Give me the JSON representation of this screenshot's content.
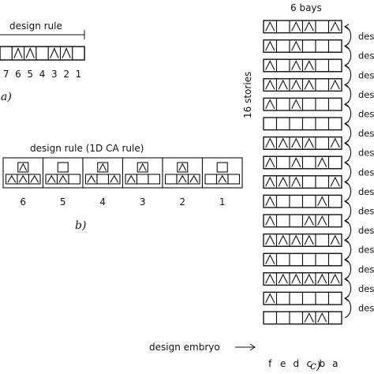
{
  "panel_a": {
    "label": "a)",
    "title": "design rule",
    "rule_bits": [
      0,
      1,
      1,
      0,
      1,
      1,
      0
    ],
    "positions": [
      "7",
      "6",
      "5",
      "4",
      "3",
      "2",
      "1"
    ]
  },
  "panel_b": {
    "label": "b)",
    "title": "design rule (1D CA rule)",
    "rules": [
      {
        "number": "6",
        "top": 1,
        "bottom": [
          1,
          1,
          1
        ]
      },
      {
        "number": "5",
        "top": 0,
        "bottom": [
          1,
          1,
          0
        ]
      },
      {
        "number": "4",
        "top": 1,
        "bottom": [
          1,
          0,
          1
        ]
      },
      {
        "number": "3",
        "top": 1,
        "bottom": [
          1,
          0,
          0
        ]
      },
      {
        "number": "2",
        "top": 1,
        "bottom": [
          0,
          1,
          1
        ]
      },
      {
        "number": "1",
        "top": 0,
        "bottom": [
          0,
          1,
          0
        ]
      }
    ]
  },
  "panel_c": {
    "label": "c)",
    "bays_label": "6 bays",
    "stories_label": "16 stories",
    "embryo_label": "design embryo",
    "side_label": "des",
    "column_labels": [
      "f",
      "e",
      "d",
      "c",
      "b",
      "a"
    ],
    "rows": [
      [
        1,
        0,
        1,
        1,
        0,
        1
      ],
      [
        1,
        0,
        1,
        0,
        0,
        0
      ],
      [
        1,
        0,
        1,
        1,
        0,
        0
      ],
      [
        1,
        1,
        1,
        1,
        0,
        1
      ],
      [
        1,
        0,
        1,
        0,
        0,
        0
      ],
      [
        0,
        0,
        0,
        0,
        0,
        0
      ],
      [
        1,
        1,
        1,
        1,
        0,
        1
      ],
      [
        1,
        0,
        1,
        0,
        1,
        0
      ],
      [
        1,
        1,
        1,
        0,
        0,
        1
      ],
      [
        1,
        0,
        0,
        0,
        1,
        0
      ],
      [
        1,
        0,
        0,
        1,
        1,
        0
      ],
      [
        1,
        1,
        1,
        1,
        0,
        1
      ],
      [
        1,
        0,
        0,
        0,
        0,
        0
      ],
      [
        1,
        1,
        1,
        1,
        1,
        1
      ],
      [
        1,
        0,
        0,
        0,
        0,
        0
      ],
      [
        0,
        0,
        0,
        1,
        1,
        0
      ]
    ]
  }
}
